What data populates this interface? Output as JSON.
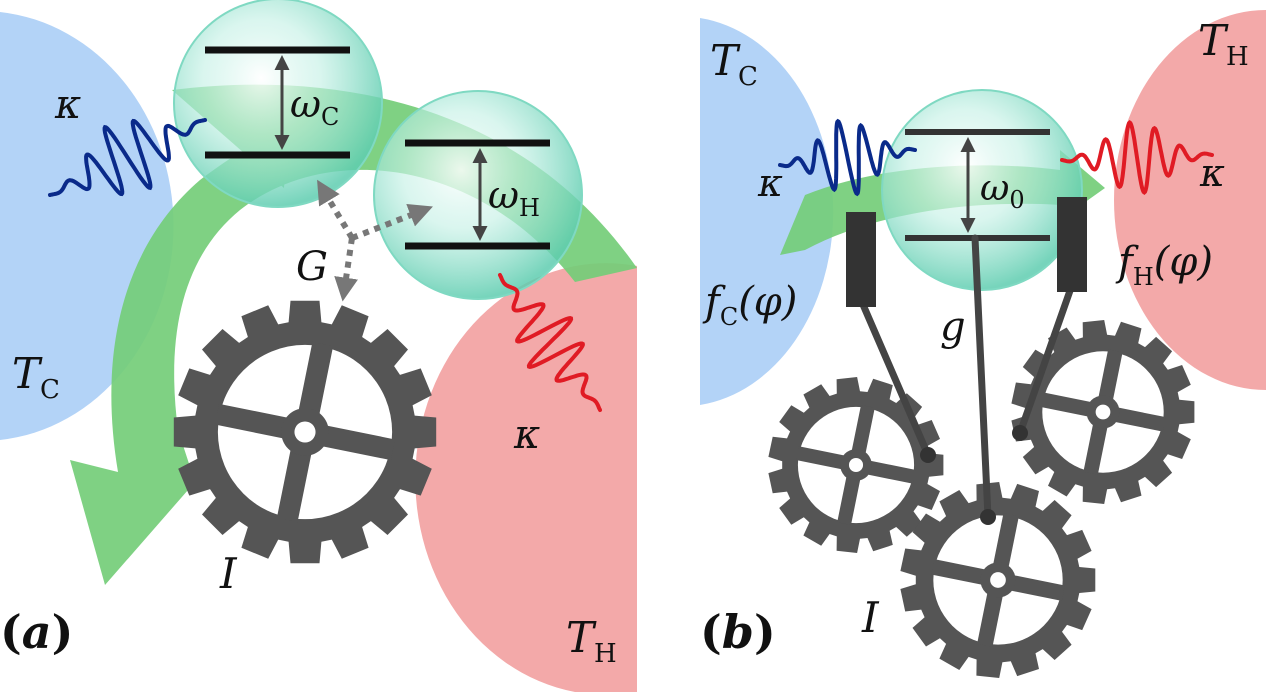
{
  "panel_a": {
    "label_open": "(",
    "label_letter": "a",
    "label_close": ")",
    "cold_bath": {
      "symbol": "T",
      "sub": "C"
    },
    "hot_bath": {
      "symbol": "T",
      "sub": "H"
    },
    "cold_coupling": "κ",
    "hot_coupling": "κ",
    "cold_level": {
      "symbol": "ω",
      "sub": "C"
    },
    "hot_level": {
      "symbol": "ω",
      "sub": "H"
    },
    "interaction": "G",
    "inertia": "I"
  },
  "panel_b": {
    "label_open": "(",
    "label_letter": "b",
    "label_close": ")",
    "cold_bath": {
      "symbol": "T",
      "sub": "C"
    },
    "hot_bath": {
      "symbol": "T",
      "sub": "H"
    },
    "cold_coupling": "κ",
    "hot_coupling": "κ",
    "level": {
      "symbol": "ω",
      "sub": "0"
    },
    "cold_modulation": {
      "symbol": "f",
      "sub": "C",
      "arg": "(φ)"
    },
    "hot_modulation": {
      "symbol": "f",
      "sub": "H",
      "arg": "(φ)"
    },
    "coupling_g": "g",
    "inertia": "I"
  },
  "colors": {
    "cold_bath": "#b3d3f7",
    "hot_bath": "#f3a9a9",
    "heat_flow": "#74cd78",
    "qubit": "#9ee6d2",
    "gear": "#555555",
    "cold_wave": "#0a2a8a",
    "hot_wave": "#e01b24",
    "levels": "#111111"
  }
}
